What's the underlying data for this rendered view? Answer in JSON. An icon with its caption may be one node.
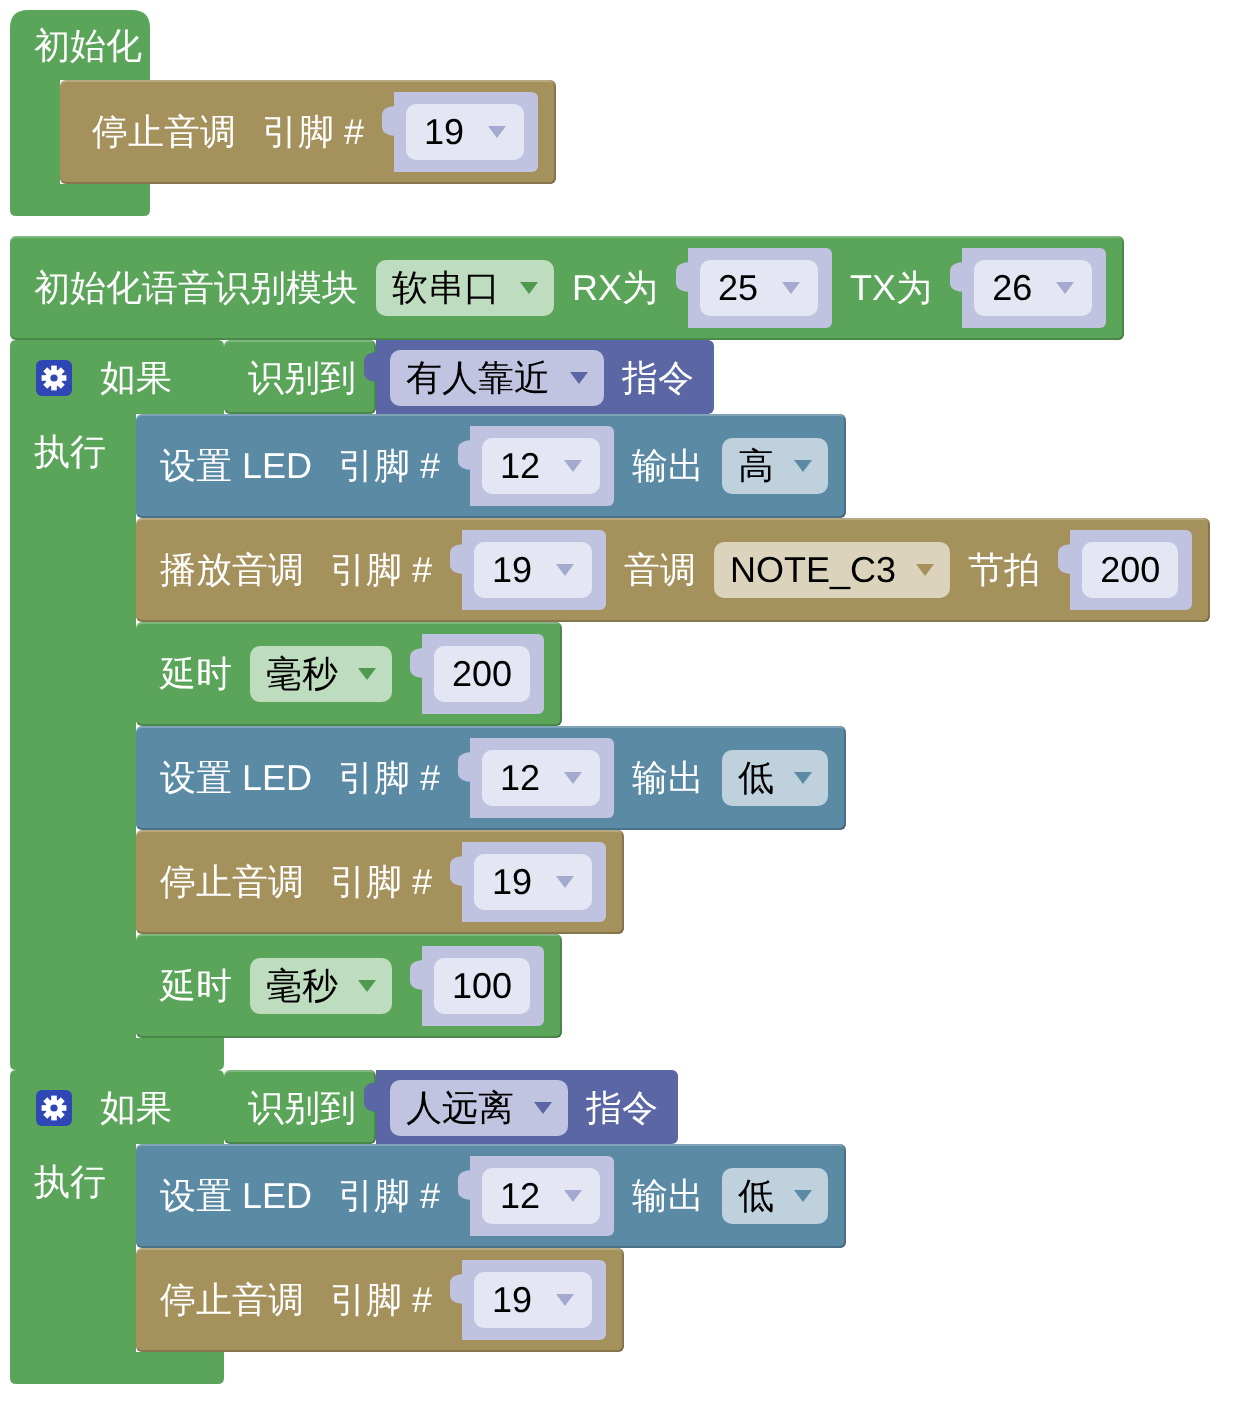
{
  "diagram": {
    "nodes": [
      {
        "text": [
          "初始化"
        ]
      },
      {
        "text": [
          "停止音调",
          "引脚 #"
        ]
      },
      {
        "text": [
          "19"
        ],
        "in": 1
      },
      {
        "text": [
          "初始化语音识别模块",
          "RX为",
          "TX为"
        ]
      },
      {
        "text": [
          "软串口"
        ],
        "in": 3
      },
      {
        "text": [
          "25"
        ],
        "in": 3
      },
      {
        "text": [
          "26"
        ],
        "in": 3
      },
      {
        "text": [
          "如果",
          "执行"
        ]
      },
      {
        "text": [
          "识别到"
        ]
      },
      {
        "text": [
          "指令"
        ]
      },
      {
        "text": [
          "有人靠近"
        ],
        "in": 9
      },
      {
        "text": [
          "设置 LED",
          "引脚 #",
          "输出"
        ]
      },
      {
        "text": [
          "12"
        ],
        "in": 11
      },
      {
        "text": [
          "高"
        ],
        "in": 11
      },
      {
        "text": [
          "播放音调",
          "引脚 #",
          "音调",
          "节拍"
        ]
      },
      {
        "text": [
          "19"
        ],
        "in": 14
      },
      {
        "text": [
          "NOTE_C3"
        ],
        "in": 14
      },
      {
        "text": [
          "200"
        ],
        "in": 14
      },
      {
        "text": [
          "延时"
        ]
      },
      {
        "text": [
          "毫秒"
        ],
        "in": 18
      },
      {
        "text": [
          "200"
        ],
        "in": 18
      },
      {
        "text": [
          "设置 LED",
          "引脚 #",
          "输出"
        ]
      },
      {
        "text": [
          "12"
        ],
        "in": 21
      },
      {
        "text": [
          "低"
        ],
        "in": 21
      },
      {
        "text": [
          "停止音调",
          "引脚 #"
        ]
      },
      {
        "text": [
          "19"
        ],
        "in": 24
      },
      {
        "text": [
          "延时"
        ]
      },
      {
        "text": [
          "毫秒"
        ],
        "in": 26
      },
      {
        "text": [
          "100"
        ],
        "in": 26
      },
      {
        "text": [
          "如果",
          "执行"
        ]
      },
      {
        "text": [
          "识别到"
        ]
      },
      {
        "text": [
          "指令"
        ]
      },
      {
        "text": [
          "人远离"
        ],
        "in": 31
      },
      {
        "text": [
          "设置 LED",
          "引脚 #",
          "输出"
        ]
      },
      {
        "text": [
          "12"
        ],
        "in": 33
      },
      {
        "text": [
          "低"
        ],
        "in": 33
      },
      {
        "text": [
          "停止音调",
          "引脚 #"
        ]
      },
      {
        "text": [
          "19"
        ],
        "in": 36
      }
    ]
  }
}
